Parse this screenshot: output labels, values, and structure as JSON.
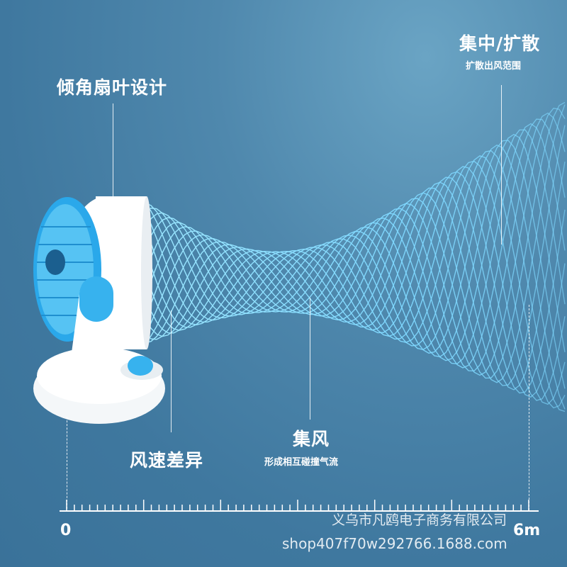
{
  "callouts": {
    "top_left_title": "倾角扇叶设计",
    "top_right_title": "集中/扩散",
    "top_right_sub": "扩散出风范围",
    "bottom_mid_title": "集风",
    "bottom_mid_sub": "形成相互碰撞气流",
    "bottom_left_title": "风速差异"
  },
  "ruler": {
    "start_label": "0",
    "end_label": "6m"
  },
  "watermark": {
    "company": "义乌市凡鸥电子商务有限公司",
    "shop": "shop407f70w292766.1688.com"
  },
  "colors": {
    "background": "#4a84aa",
    "fan_accent": "#3cb6f0",
    "fan_body": "#ffffff",
    "airflow": "#7fd8ff"
  }
}
